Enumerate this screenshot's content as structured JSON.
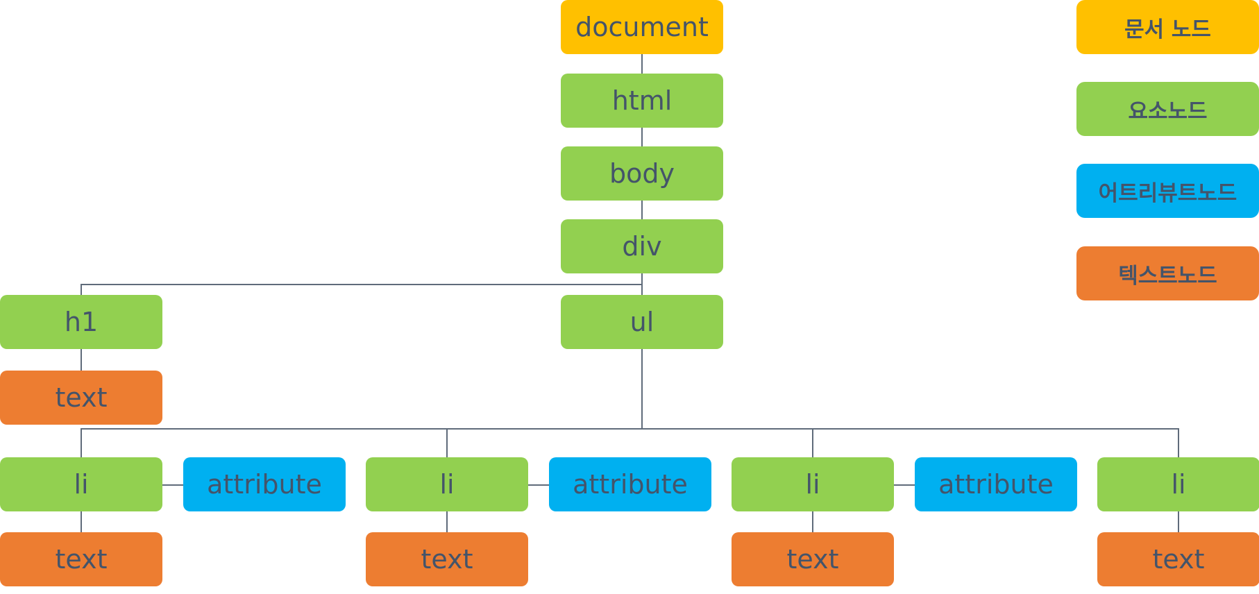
{
  "colors": {
    "document": "#ffc000",
    "element": "#92d050",
    "attribute": "#00b0f0",
    "text": "#ed7d31",
    "line": "#5f6b7a",
    "label": "#44546a"
  },
  "legend": {
    "document": "문서 노드",
    "element": "요소노드",
    "attribute": "어트리뷰트노드",
    "text": "텍스트노드"
  },
  "nodes": {
    "document": "document",
    "html": "html",
    "body": "body",
    "div": "div",
    "h1": "h1",
    "ul": "ul",
    "h1_text": "text",
    "li_1": "li",
    "li_2": "li",
    "li_3": "li",
    "li_4": "li",
    "attr_1": "attribute",
    "attr_2": "attribute",
    "attr_3": "attribute",
    "text_1": "text",
    "text_2": "text",
    "text_3": "text",
    "text_4": "text"
  }
}
